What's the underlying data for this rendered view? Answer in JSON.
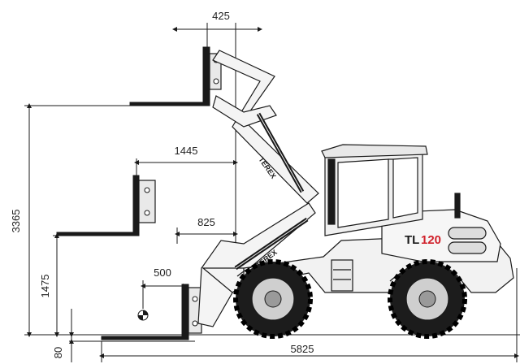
{
  "dimensions": {
    "top_offset": "425",
    "mid_reach": "1445",
    "low_reach": "825",
    "ground_reach": "500",
    "max_height": "3365",
    "mid_height": "1475",
    "below_ground": "80",
    "length": "5825"
  },
  "branding": {
    "arm_logo_upper": "TEREX",
    "arm_logo_lower": "TEREX",
    "model_prefix": "TL",
    "model_number": "120"
  },
  "colors": {
    "line": "#1a1a1a",
    "body": "#f2f2f2",
    "tire": "#1c1c1c",
    "rim": "#cfcfcf",
    "model_accent": "#d0202a"
  }
}
